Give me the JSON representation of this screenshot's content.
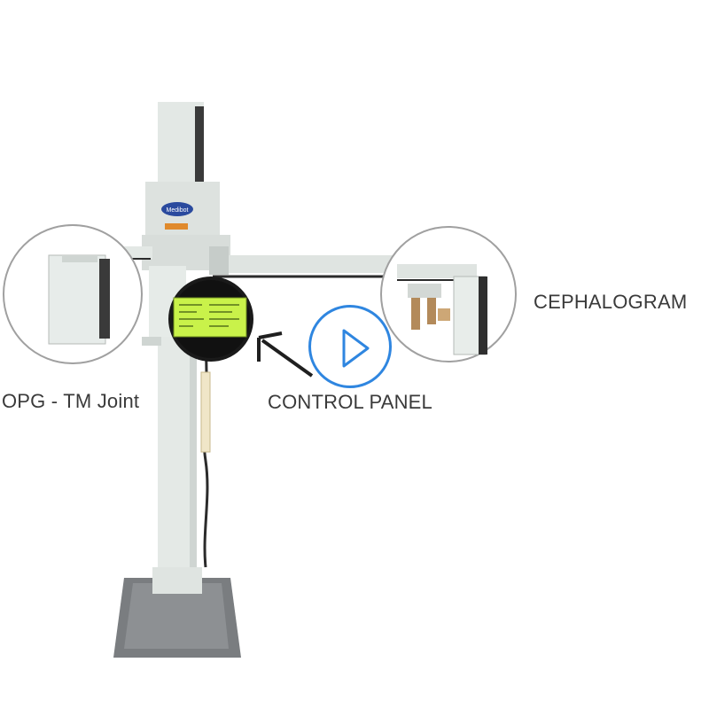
{
  "labels": {
    "opg": "OPG - TM Joint",
    "cephalogram": "CEPHALOGRAM",
    "control_panel": "CONTROL PANEL"
  },
  "brand_badge_text": "Medibot",
  "play_icon": "play-icon",
  "colors": {
    "accent_play": "#2f86e0",
    "lcd_screen": "#c9f24a",
    "machine_body": "#e6ebe8",
    "base": "#7a7d80"
  }
}
